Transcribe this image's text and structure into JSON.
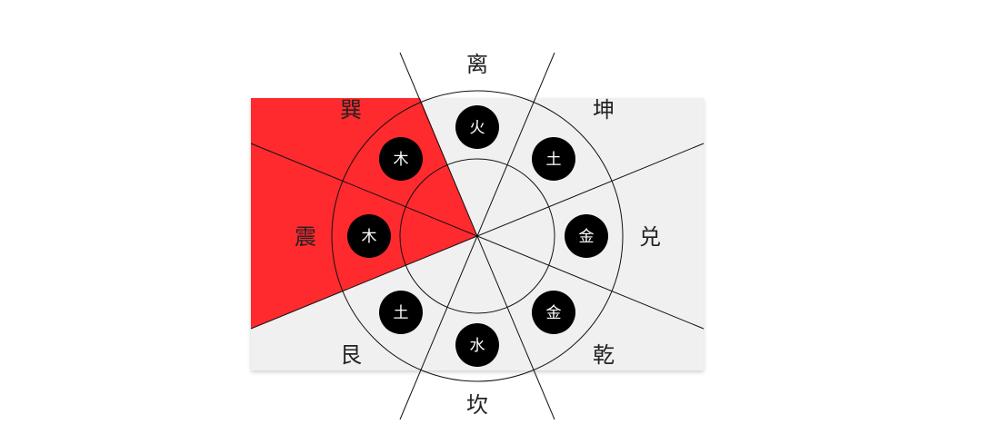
{
  "colors": {
    "panel": "#f1f0f1",
    "highlight": "#ff2a2e",
    "line": "#111111",
    "badge": "#000000",
    "badge_text": "#ffffff",
    "label": "#222222"
  },
  "trigrams": {
    "li": "离",
    "kun": "坤",
    "dui": "兑",
    "qian": "乾",
    "kan": "坎",
    "gen": "艮",
    "zhen": "震",
    "xun": "巽"
  },
  "elements": {
    "li": "火",
    "kun": "土",
    "dui": "金",
    "qian": "金",
    "kan": "水",
    "gen": "土",
    "zhen": "木",
    "xun": "木"
  },
  "highlighted_sectors": [
    "zhen",
    "xun"
  ]
}
